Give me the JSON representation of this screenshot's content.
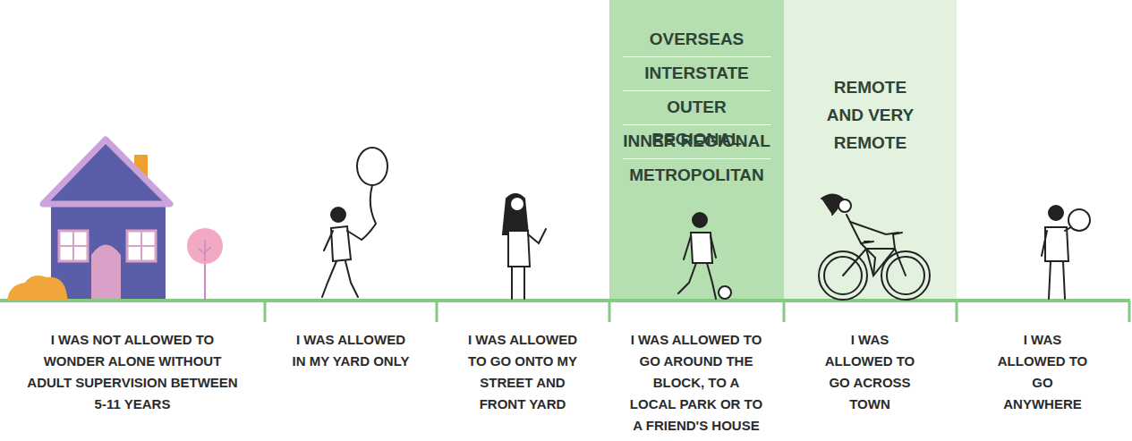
{
  "diagram": {
    "nodes": [
      {
        "text": [
          "OVERSEAS",
          "INTERSTATE",
          "OUTER REGIONAL",
          "INNER REGIONAL",
          "METROPOLITAN"
        ]
      },
      {
        "text": [
          "REMOTE AND VERY REMOTE"
        ]
      }
    ],
    "labels": [
      "I WAS NOT ALLOWED TO WONDER ALONE WITHOUT ADULT SUPERVISION BETWEEN 5-11 YEARS",
      "I WAS ALLOWED IN MY YARD ONLY",
      "I WAS ALLOWED TO GO ONTO MY STREET AND FRONT YARD",
      "I WAS ALLOWED TO GO AROUND THE BLOCK, TO A LOCAL PARK OR TO A FRIEND'S HOUSE",
      "I WAS ALLOWED TO GO ACROSS TOWN",
      "I WAS ALLOWED TO GO ANYWHERE"
    ]
  }
}
